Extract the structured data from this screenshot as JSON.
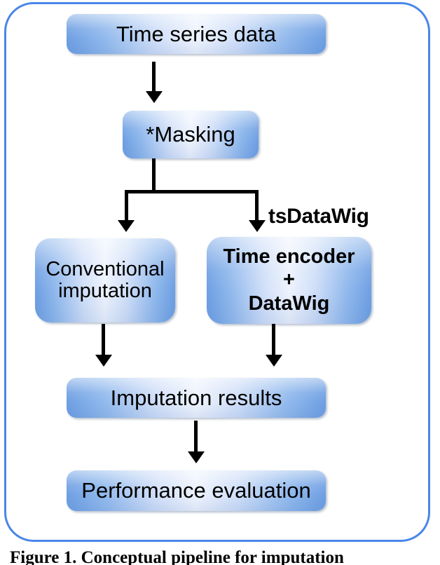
{
  "figure": {
    "caption": "Figure 1. Conceptual pipeline for imputation",
    "frame_border_color": "#4a86e8",
    "background_color": "#ffffff"
  },
  "palette": {
    "node_edge_blue": "#6e9fe3",
    "node_center_white": "#eef3fd",
    "connector_black": "#000000",
    "frame_blue": "#4a86e8",
    "text_black": "#000000"
  },
  "diagram": {
    "type": "flowchart",
    "nodes": [
      {
        "id": "time-series-data",
        "label": "Time series data",
        "bold": false
      },
      {
        "id": "masking",
        "label": "*Masking",
        "bold": false
      },
      {
        "id": "conventional-imputation",
        "line1": "Conventional",
        "line2": "imputation",
        "bold": false
      },
      {
        "id": "time-encoder-datawig",
        "line1": "Time encoder",
        "line2": "+",
        "line3": "DataWig",
        "bold": true
      },
      {
        "id": "imputation-results",
        "label": "Imputation results",
        "bold": false
      },
      {
        "id": "performance-evaluation",
        "label": "Performance evaluation",
        "bold": false
      }
    ],
    "annotations": [
      {
        "id": "tsdatawig-label",
        "text": "tsDataWig",
        "bold": true
      }
    ],
    "edges": [
      {
        "from": "time-series-data",
        "to": "masking",
        "style": "arrow"
      },
      {
        "from": "masking",
        "to": "conventional-imputation",
        "style": "split-arrow"
      },
      {
        "from": "masking",
        "to": "time-encoder-datawig",
        "style": "split-arrow"
      },
      {
        "from": "conventional-imputation",
        "to": "imputation-results",
        "style": "arrow"
      },
      {
        "from": "time-encoder-datawig",
        "to": "imputation-results",
        "style": "arrow"
      },
      {
        "from": "imputation-results",
        "to": "performance-evaluation",
        "style": "arrow"
      }
    ]
  }
}
